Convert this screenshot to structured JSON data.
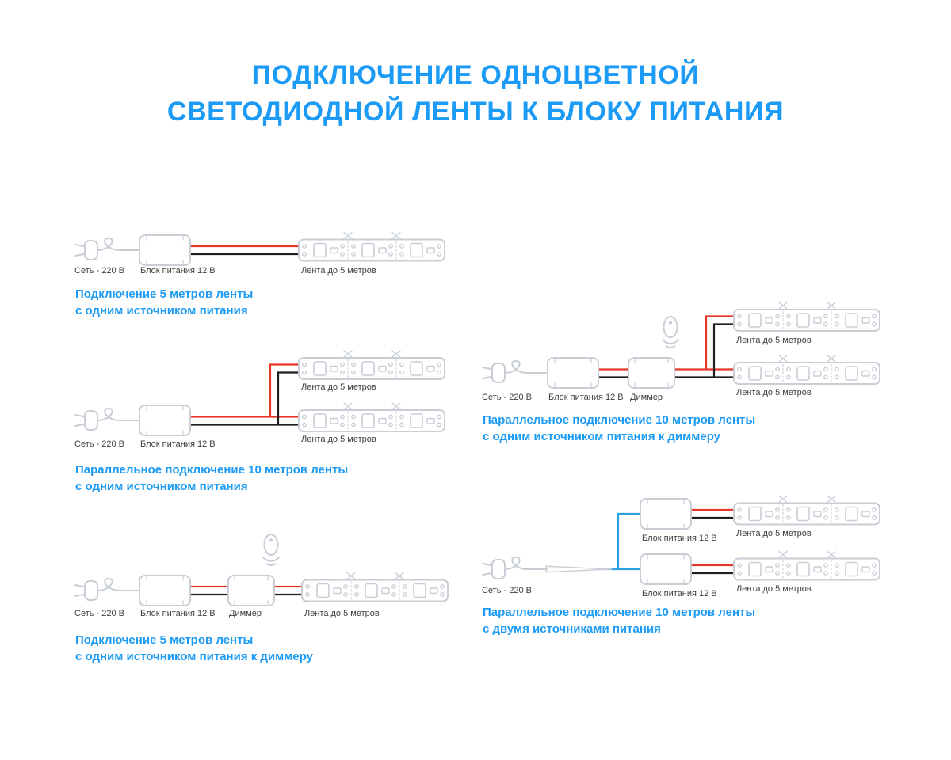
{
  "title": {
    "line1": "ПОДКЛЮЧЕНИЕ ОДНОЦВЕТНОЙ",
    "line2": "СВЕТОДИОДНОЙ ЛЕНТЫ К БЛОКУ ПИТАНИЯ"
  },
  "labels": {
    "mains": "Сеть - 220 В",
    "psu": "Блок питания 12 В",
    "dimmer": "Диммер",
    "strip": "Лента до 5 метров"
  },
  "diagrams": {
    "d1": {
      "caption1": "Подключение 5 метров ленты",
      "caption2": "с одним источником питания"
    },
    "d2": {
      "caption1": "Параллельное подключение 10 метров ленты",
      "caption2": "с одним источником питания"
    },
    "d3": {
      "caption1": "Подключение 5 метров ленты",
      "caption2": "с одним источником питания к диммеру"
    },
    "d4": {
      "caption1": "Параллельное подключение 10 метров ленты",
      "caption2": "с одним источником питания к диммеру"
    },
    "d5": {
      "caption1": "Параллельное подключение 10 метров ленты",
      "caption2": "с двумя источниками питания"
    }
  },
  "colors": {
    "accent": "#1b9af6",
    "outline": "#c9ced6",
    "label_text": "#3f3f3f",
    "wire_red": "#e8362b",
    "wire_black": "#1f1f1f",
    "wire_blue": "#2aa1dc"
  }
}
